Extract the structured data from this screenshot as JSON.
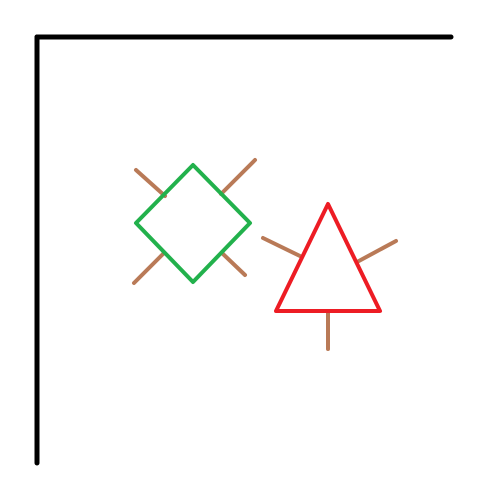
{
  "colors": {
    "background": "#ffffff",
    "axes": "#000000",
    "square": "#22b14c",
    "triangle": "#ed1c24",
    "spokes": "#b97a57"
  },
  "shapes": [
    {
      "kind": "square",
      "orientation": "rotated-45",
      "spoke_count": 4
    },
    {
      "kind": "triangle",
      "orientation": "point-up",
      "spoke_count": 3
    }
  ]
}
